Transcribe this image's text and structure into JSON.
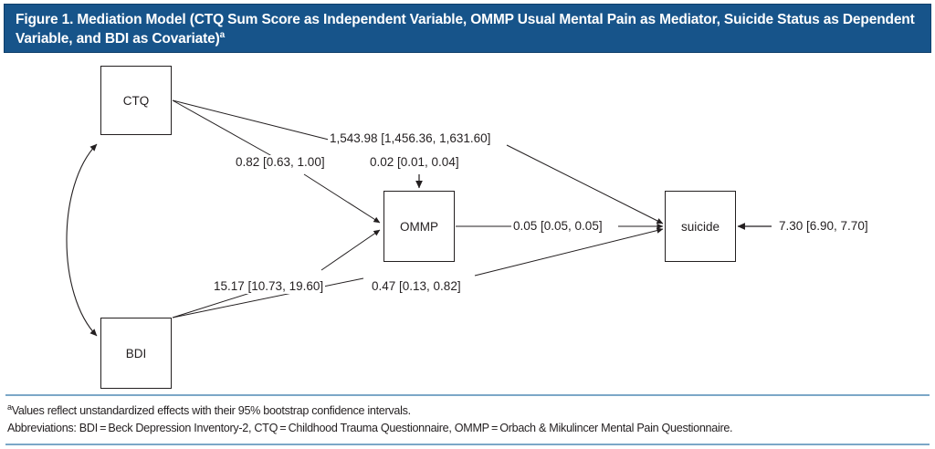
{
  "title": {
    "text": "Figure 1. Mediation Model (CTQ Sum Score as Independent Variable, OMMP Usual Mental Pain as Mediator, Suicide Status as Dependent Variable, and BDI as Covariate)",
    "footnote_marker": "a",
    "background_color": "#17548a",
    "text_color": "#ffffff"
  },
  "diagram": {
    "type": "path-diagram",
    "nodes": [
      {
        "id": "ctq",
        "label": "CTQ"
      },
      {
        "id": "ommp",
        "label": "OMMP"
      },
      {
        "id": "suicide",
        "label": "suicide"
      },
      {
        "id": "bdi",
        "label": "BDI"
      }
    ],
    "edges": [
      {
        "id": "ctq-suicide",
        "from": "ctq",
        "to": "suicide",
        "label": "1,543.98 [1,456.36, 1,631.60]"
      },
      {
        "id": "ctq-ommp",
        "from": "ctq",
        "to": "ommp",
        "label": "0.82 [0.63, 1.00]"
      },
      {
        "id": "ommp-intercept",
        "from": "",
        "to": "ommp",
        "label": "0.02 [0.01, 0.04]"
      },
      {
        "id": "ommp-suicide",
        "from": "ommp",
        "to": "suicide",
        "label": "0.05 [0.05, 0.05]"
      },
      {
        "id": "bdi-ommp",
        "from": "bdi",
        "to": "ommp",
        "label": "15.17 [10.73, 19.60]"
      },
      {
        "id": "bdi-suicide",
        "from": "bdi",
        "to": "suicide",
        "label": "0.47 [0.13, 0.82]"
      },
      {
        "id": "suicide-intercept",
        "from": "",
        "to": "suicide",
        "label": "7.30 [6.90, 7.70]"
      },
      {
        "id": "ctq-bdi-covariance",
        "from": "ctq",
        "to": "bdi",
        "label": ""
      }
    ],
    "line_color": "#231f20"
  },
  "footnotes": {
    "marker": "a",
    "line1": "Values reflect unstandardized effects with their 95% bootstrap confidence intervals.",
    "line2": "Abbreviations: BDI = Beck Depression Inventory-2, CTQ = Childhood Trauma Questionnaire, OMMP = Orbach & Mikulincer Mental Pain Questionnaire.",
    "rule_color": "#7ba7c7"
  }
}
